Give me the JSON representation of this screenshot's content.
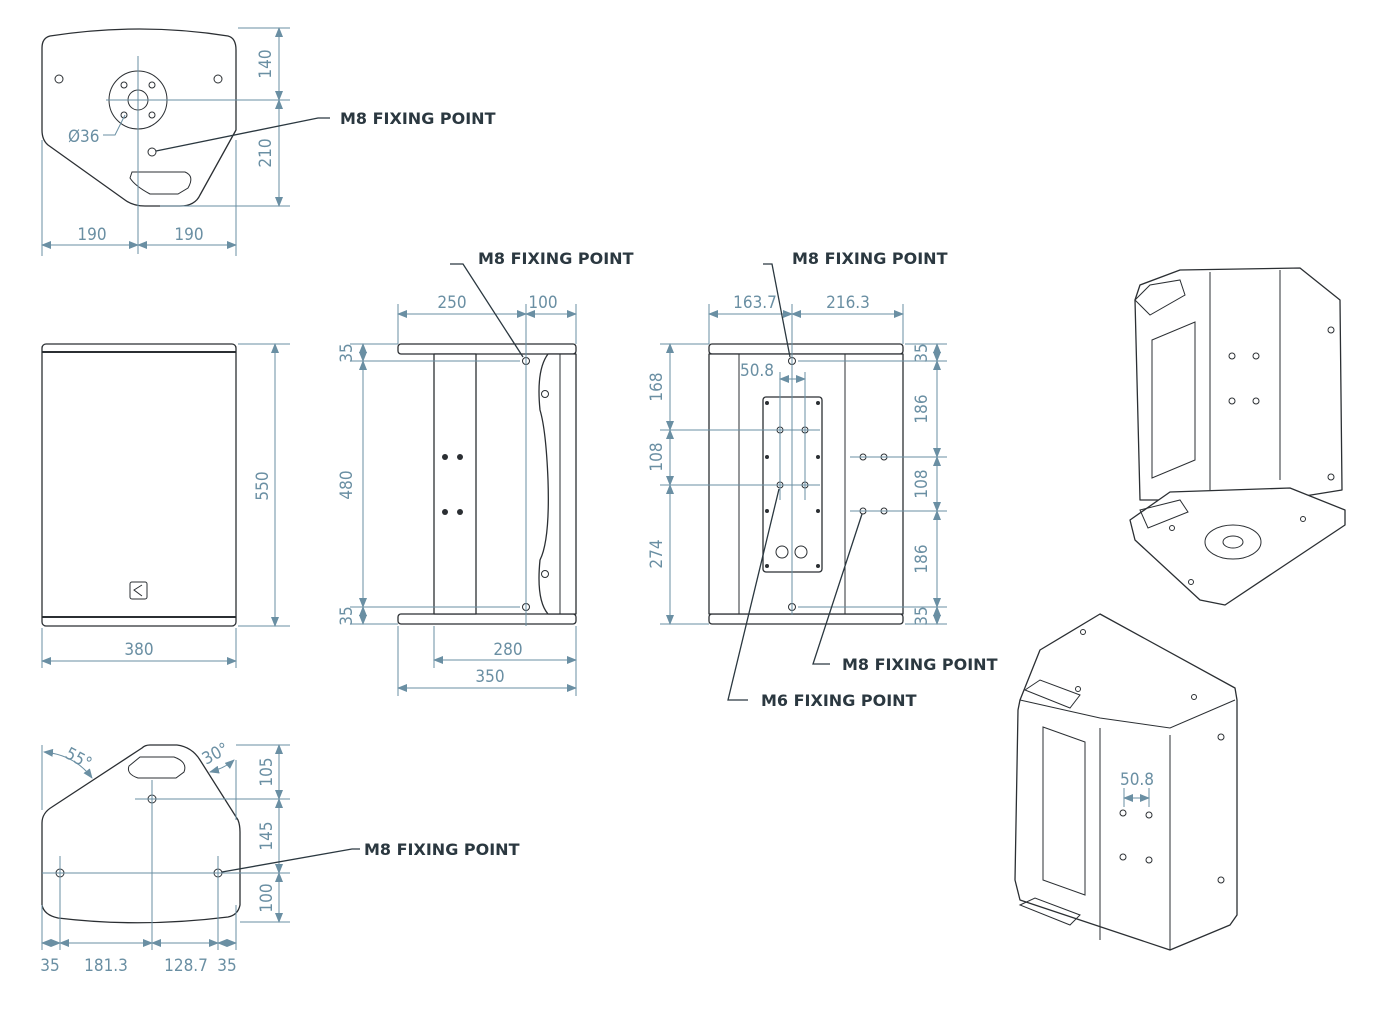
{
  "colors": {
    "dimension": "#6a8fa3",
    "outline": "#2b2f33",
    "label": "#2b3840"
  },
  "labels": {
    "m8": "M8 FIXING POINT",
    "m6": "M6 FIXING POINT"
  },
  "top_view": {
    "h1": "140",
    "h2": "210",
    "w1": "190",
    "w2": "190",
    "diameter": "Ø36"
  },
  "front_view": {
    "width": "380",
    "height": "550"
  },
  "side_view": {
    "top_a": "250",
    "top_b": "100",
    "v1": "35",
    "v2": "480",
    "v3": "35",
    "bottom_a": "280",
    "bottom_b": "350"
  },
  "rear_view": {
    "top_a": "163.7",
    "top_b": "216.3",
    "pitch": "50.8",
    "left1": "168",
    "left2": "108",
    "left3": "274",
    "right1": "35",
    "right2": "186",
    "right3": "108",
    "right4": "186",
    "right5": "35"
  },
  "bottom_view": {
    "angle1": "55°",
    "angle2": "30°",
    "v1": "105",
    "v2": "145",
    "v3": "100",
    "w1": "35",
    "w2": "181.3",
    "w3": "128.7",
    "w4": "35"
  },
  "iso_view": {
    "pitch": "50.8"
  }
}
